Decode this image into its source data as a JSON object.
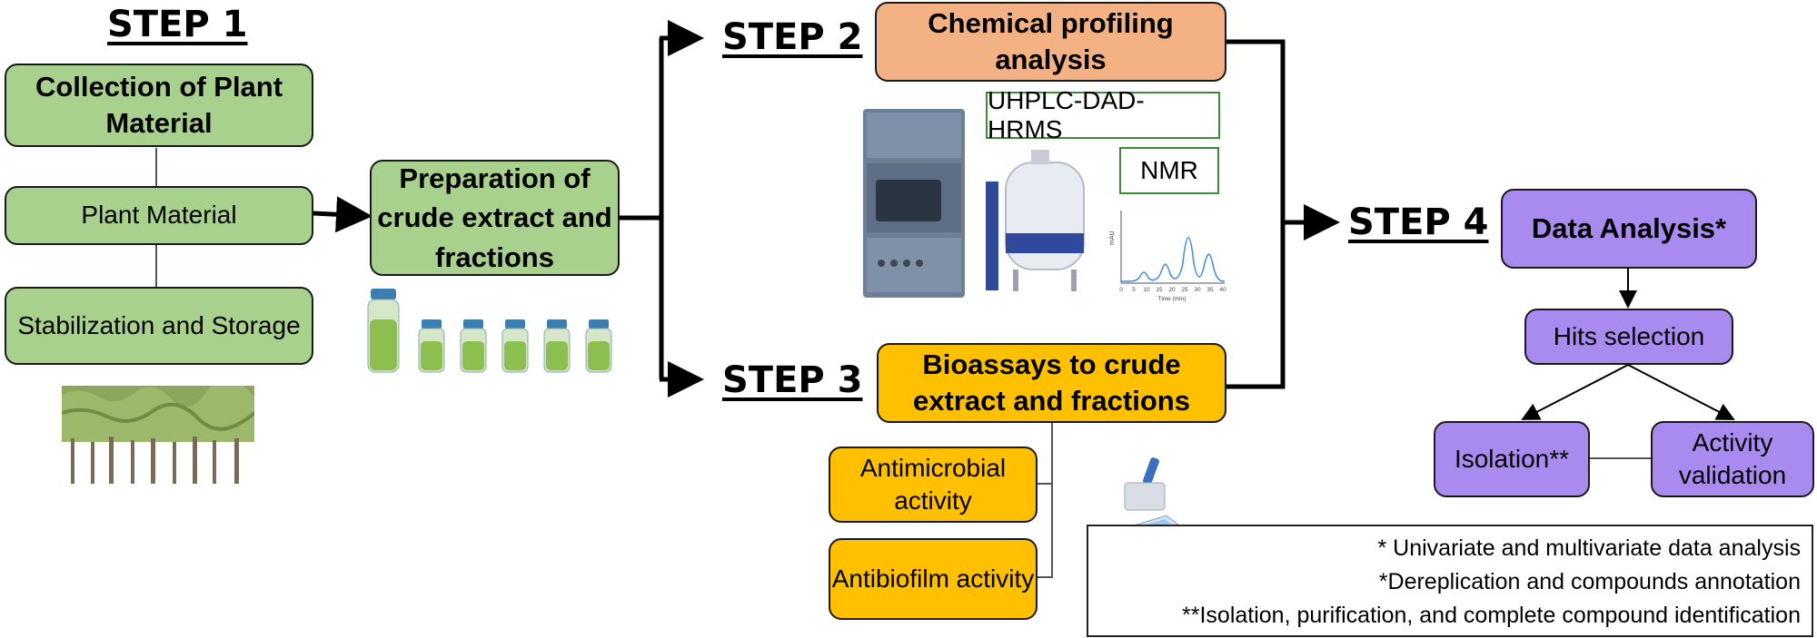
{
  "step1": {
    "heading": "STEP 1",
    "collection": "Collection of Plant Material",
    "plant_material": "Plant Material",
    "stabilization": "Stabilization and Storage"
  },
  "preparation": "Preparation of crude extract and fractions",
  "step2": {
    "heading": "STEP 2",
    "chemical": "Chemical profiling analysis",
    "uhplc": "UHPLC-DAD-HRMS",
    "nmr": "NMR"
  },
  "step3": {
    "heading": "STEP 3",
    "bioassays": "Bioassays to crude extract and fractions",
    "antimicrobial": "Antimicrobial activity",
    "antibiofilm": "Antibiofilm activity"
  },
  "step4": {
    "heading": "STEP 4",
    "data_analysis": "Data Analysis*",
    "hits": "Hits selection",
    "isolation": "Isolation**",
    "validation": "Activity validation"
  },
  "chromatogram": {
    "y_label": "mAU",
    "x_label": "Time (min)",
    "ticks": [
      "0",
      "5",
      "10",
      "15",
      "20",
      "25",
      "30",
      "35",
      "40"
    ]
  },
  "notes": [
    "* Univariate and multivariate data analysis",
    "*Dereplication and compounds annotation",
    "**Isolation, purification, and complete compound identification"
  ],
  "colors": {
    "green": "#a9d18e",
    "orange": "#f4b183",
    "yellow": "#ffc000",
    "purple": "#a98bf0"
  }
}
